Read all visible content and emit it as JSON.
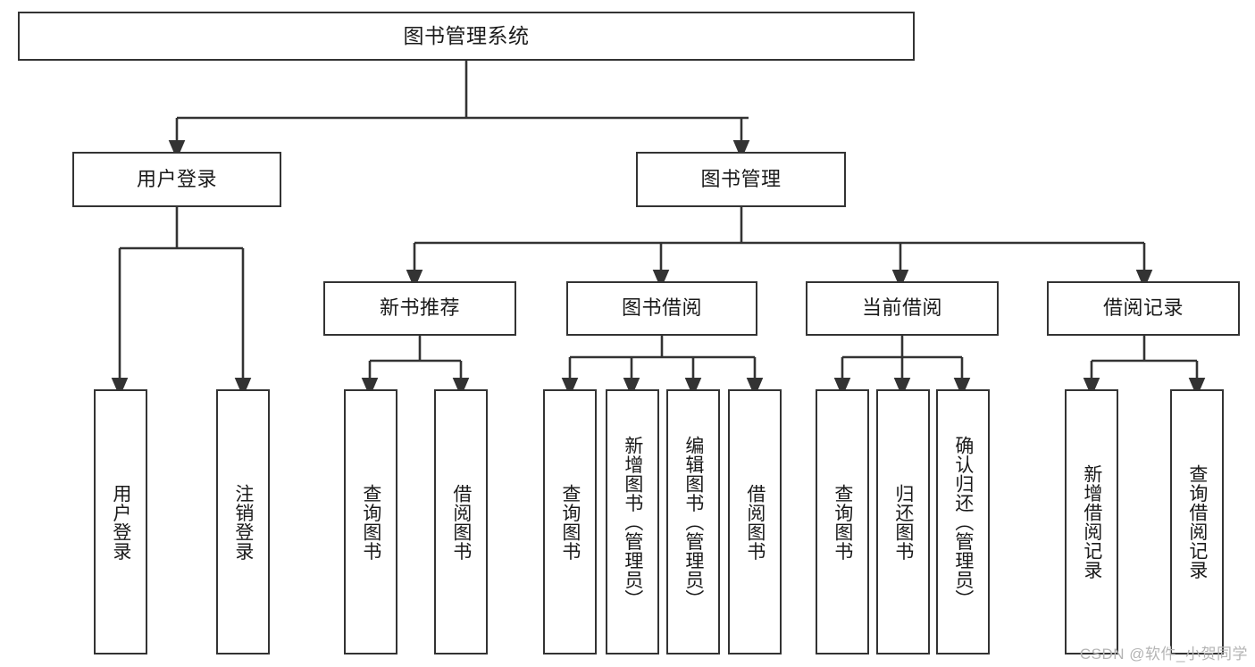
{
  "diagram": {
    "kind": "tree-hierarchy-functional-structure",
    "root": {
      "id": "root",
      "label": "图书管理系统"
    },
    "level2": [
      {
        "id": "user-login",
        "label": "用户登录"
      },
      {
        "id": "book-manage",
        "label": "图书管理"
      }
    ],
    "level3": [
      {
        "id": "new-book-recommend",
        "label": "新书推荐",
        "parent": "book-manage"
      },
      {
        "id": "book-borrow",
        "label": "图书借阅",
        "parent": "book-manage"
      },
      {
        "id": "current-borrow",
        "label": "当前借阅",
        "parent": "book-manage"
      },
      {
        "id": "borrow-record",
        "label": "借阅记录",
        "parent": "book-manage"
      }
    ],
    "leaves": {
      "user_login": [
        {
          "id": "leaf-user-login",
          "label": "用户登录"
        },
        {
          "id": "leaf-logout-login",
          "label": "注销登录"
        }
      ],
      "new_book_recommend": [
        {
          "id": "leaf-query-book-1",
          "label": "查询图书"
        },
        {
          "id": "leaf-borrow-book-1",
          "label": "借阅图书"
        }
      ],
      "book_borrow": [
        {
          "id": "leaf-query-book-2",
          "label": "查询图书"
        },
        {
          "id": "leaf-add-book",
          "label": "新增图书（管理员）"
        },
        {
          "id": "leaf-edit-book",
          "label": "编辑图书（管理员）"
        },
        {
          "id": "leaf-borrow-book-2",
          "label": "借阅图书"
        }
      ],
      "current_borrow": [
        {
          "id": "leaf-query-book-3",
          "label": "查询图书"
        },
        {
          "id": "leaf-return-book",
          "label": "归还图书"
        },
        {
          "id": "leaf-confirm-return",
          "label": "确认归还（管理员）"
        }
      ],
      "borrow_record": [
        {
          "id": "leaf-add-record",
          "label": "新增借阅记录"
        },
        {
          "id": "leaf-query-record",
          "label": "查询借阅记录"
        }
      ]
    },
    "watermark": "CSDN @软件_小贺同学",
    "colors": {
      "stroke": "#333333",
      "fill": "#ffffff",
      "text": "#1a1a1a",
      "watermark": "#b4b4b4"
    }
  }
}
